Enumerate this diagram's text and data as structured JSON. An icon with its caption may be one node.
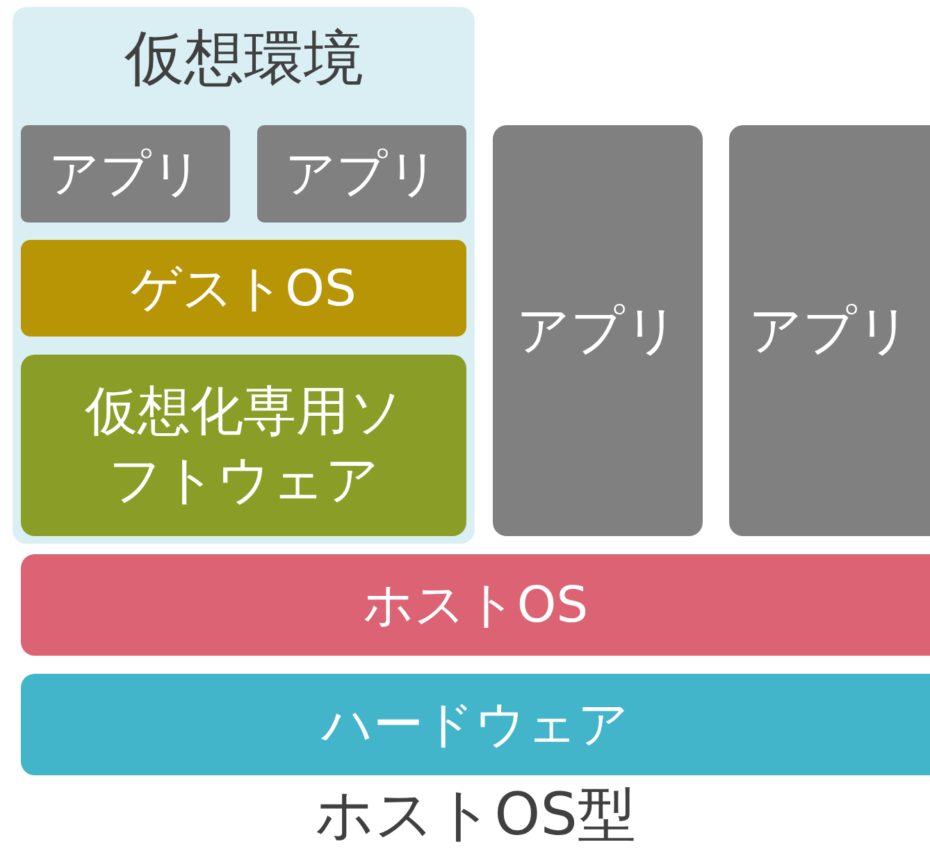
{
  "diagram": {
    "caption": "ホストOS型",
    "nodes": [
      {
        "text": [
          "仮想環境"
        ]
      },
      {
        "text": [
          "アプリ"
        ],
        "in": 0
      },
      {
        "text": [
          "アプリ"
        ],
        "in": 0
      },
      {
        "text": [
          "ゲストOS"
        ],
        "in": 0
      },
      {
        "text": [
          "仮想化専用ソフトウェア"
        ],
        "in": 0
      },
      {
        "text": [
          "アプリ"
        ]
      },
      {
        "text": [
          "アプリ"
        ]
      },
      {
        "text": [
          "ホストOS"
        ]
      },
      {
        "text": [
          "ハードウェア"
        ]
      }
    ],
    "edges": []
  }
}
